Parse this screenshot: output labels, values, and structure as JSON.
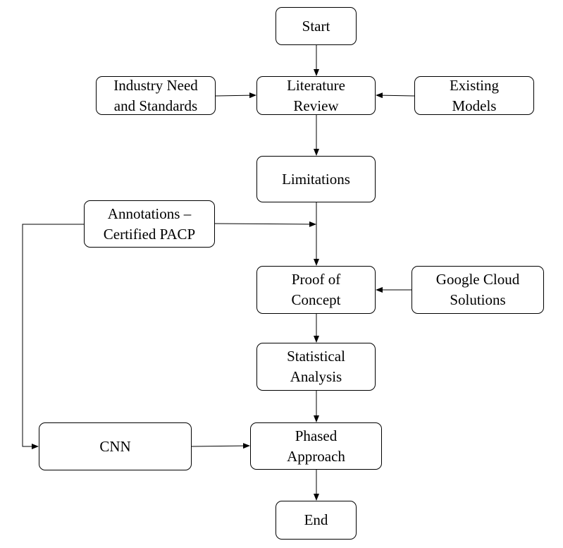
{
  "diagram": {
    "nodes": {
      "start": "Start",
      "literature_review": "Literature\nReview",
      "industry_need": "Industry Need\nand Standards",
      "existing_models": "Existing\nModels",
      "limitations": "Limitations",
      "annotations": "Annotations –\nCertified PACP",
      "proof_of_concept": "Proof of\nConcept",
      "google_cloud": "Google Cloud\nSolutions",
      "statistical_analysis": "Statistical\nAnalysis",
      "cnn": "CNN",
      "phased_approach": "Phased\nApproach",
      "end": "End"
    },
    "edges": [
      {
        "from": "Start",
        "to": "Literature Review"
      },
      {
        "from": "Industry Need and Standards",
        "to": "Literature Review"
      },
      {
        "from": "Existing Models",
        "to": "Literature Review"
      },
      {
        "from": "Literature Review",
        "to": "Limitations"
      },
      {
        "from": "Limitations",
        "to": "Proof of Concept"
      },
      {
        "from": "Annotations – Certified PACP",
        "to": "Proof of Concept"
      },
      {
        "from": "Annotations – Certified PACP",
        "to": "CNN"
      },
      {
        "from": "Google Cloud Solutions",
        "to": "Proof of Concept"
      },
      {
        "from": "Proof of Concept",
        "to": "Statistical Analysis"
      },
      {
        "from": "Statistical Analysis",
        "to": "Phased Approach"
      },
      {
        "from": "CNN",
        "to": "Phased Approach"
      },
      {
        "from": "Phased Approach",
        "to": "End"
      }
    ]
  },
  "colors": {
    "stroke": "#000000",
    "fill": "#ffffff"
  }
}
